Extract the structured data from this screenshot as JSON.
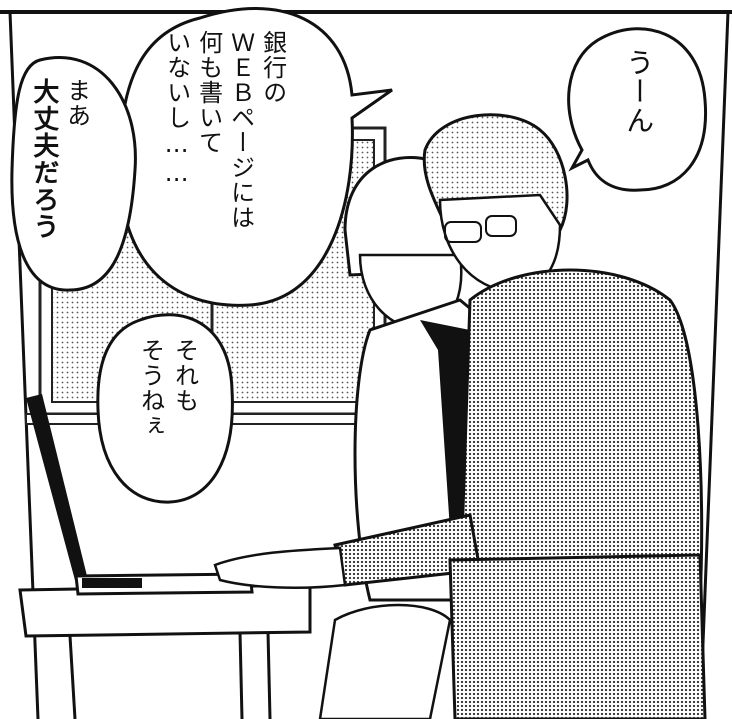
{
  "bubbles": {
    "uun": "うーん",
    "bank_col1": "銀行の",
    "bank_col2": "ＷＥＢページには",
    "bank_col3": "何も書いて",
    "bank_col4": "いないし……",
    "maa_col1": "まあ",
    "maa_col2": "大丈夫だろう",
    "sore_col1": "それも",
    "sore_col2": "そうねぇ"
  },
  "colors": {
    "ink": "#111111",
    "paper": "#ffffff",
    "tone": "#8a8a8a"
  }
}
